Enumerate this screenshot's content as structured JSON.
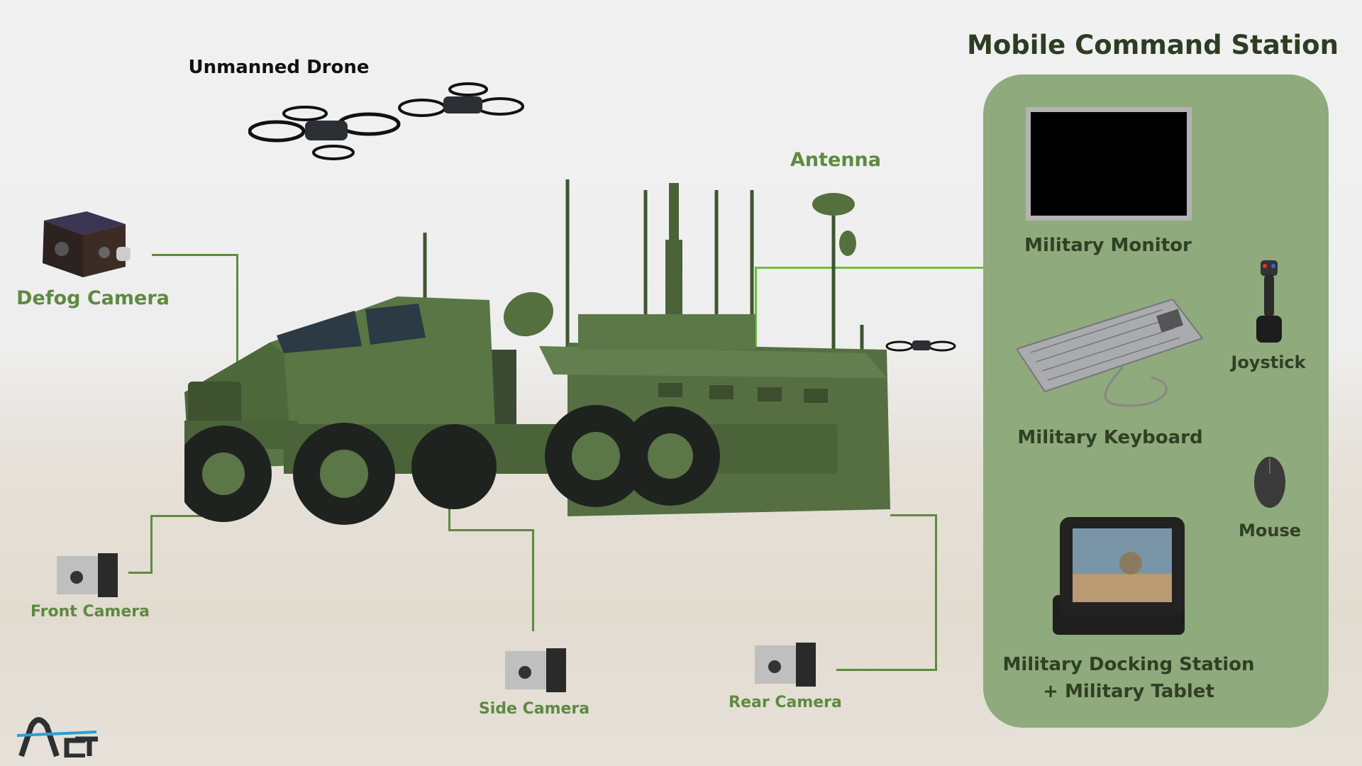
{
  "drone_label": "Unmanned Drone",
  "antenna_label": "Antenna",
  "cameras": {
    "defog": "Defog Camera",
    "front": "Front Camera",
    "side": "Side Camera",
    "rear": "Rear Camera"
  },
  "station": {
    "title": "Mobile Command Station",
    "monitor": "Military Monitor",
    "keyboard": "Military Keyboard",
    "joystick": "Joystick",
    "mouse": "Mouse",
    "docking_line1": "Military Docking Station",
    "docking_line2": "+ Military Tablet"
  },
  "logo": "ACT",
  "colors": {
    "label_green": "#5e8a40",
    "panel": "#8faa7c",
    "title": "#2e3d22",
    "antenna_line": "#6cbf3a",
    "logo_accent": "#2a9fd0"
  }
}
